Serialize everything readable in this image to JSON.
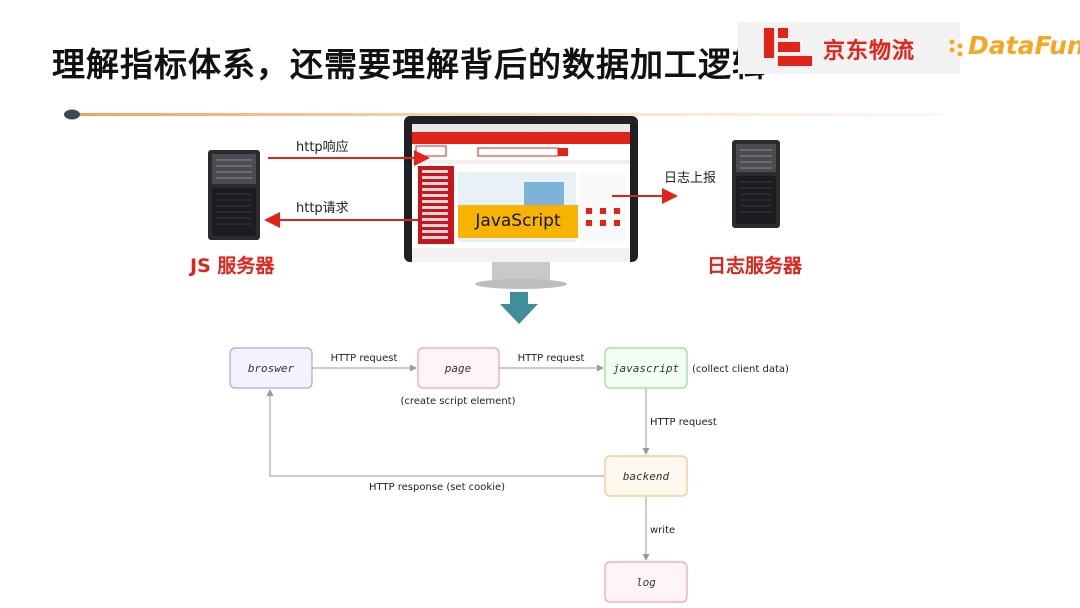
{
  "title": "理解指标体系，还需要理解背后的数据加工逻辑",
  "logos": {
    "jd_logistics": "京东物流",
    "datafun": "DataFun."
  },
  "top_diagram": {
    "left_server_label": "JS 服务器",
    "right_server_label": "日志服务器",
    "http_response_label": "http响应",
    "http_request_label": "http请求",
    "log_report_label": "日志上报",
    "javascript_tag": "JavaScript"
  },
  "flowchart": {
    "nodes": {
      "browser": "broswer",
      "page": "page",
      "javascript": "javascript",
      "backend": "backend",
      "log": "log"
    },
    "edges": {
      "browser_to_page": "HTTP request",
      "page_to_javascript": "HTTP request",
      "javascript_to_backend": "HTTP request",
      "backend_to_browser": "HTTP response (set cookie)",
      "backend_to_log": "write"
    },
    "notes": {
      "page_note": "(create script element)",
      "javascript_note": "(collect client data)"
    }
  },
  "colors": {
    "accent_red": "#e2231a",
    "datafun_orange": "#f5a623",
    "teal_arrow": "#3f8e99",
    "browser_border": "#a9a6f0",
    "page_border": "#f2a0b0",
    "javascript_border": "#8fe08a",
    "backend_border": "#f3c48a",
    "log_border": "#f2a0b0"
  }
}
